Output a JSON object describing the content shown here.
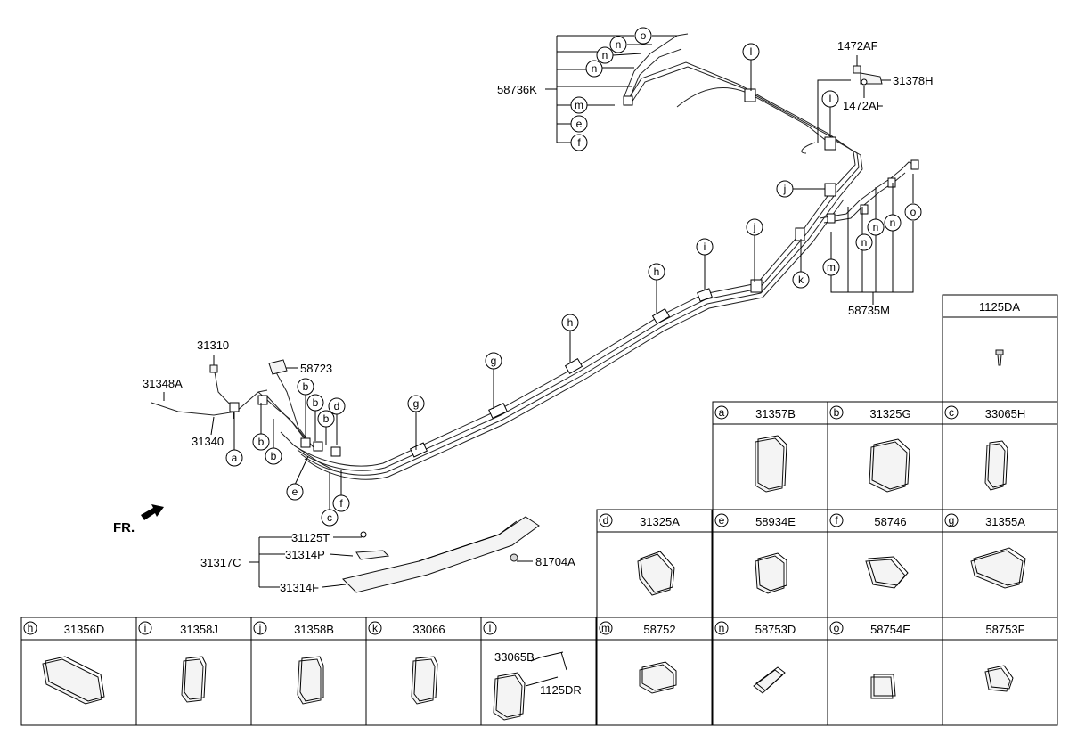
{
  "diagram": {
    "front_label": "FR.",
    "top_group": {
      "ref": "58736K",
      "callouts": [
        "o",
        "n",
        "n",
        "n",
        "m",
        "e",
        "f"
      ]
    },
    "right_group": {
      "ref": "58735M",
      "callouts": [
        "m",
        "n",
        "n",
        "n",
        "o"
      ]
    },
    "clip_group": {
      "ref": "31317C",
      "items": [
        "31125T",
        "31314P",
        "31314F"
      ]
    },
    "labels": {
      "p1472af_top": "1472AF",
      "p31378h": "31378H",
      "p1472af_bottom": "1472AF",
      "p31310": "31310",
      "p31348a": "31348A",
      "p31340": "31340",
      "p58723": "58723",
      "p81704a": "81704A"
    },
    "pipe_callouts": [
      "a",
      "b",
      "b",
      "b",
      "b",
      "b",
      "d",
      "e",
      "c",
      "f",
      "g",
      "g",
      "h",
      "h",
      "i",
      "j",
      "j",
      "k",
      "l",
      "l",
      "l"
    ]
  },
  "parts_table": {
    "single": {
      "pn": "1125DA"
    },
    "cells": [
      {
        "letter": "a",
        "pn": "31357B"
      },
      {
        "letter": "b",
        "pn": "31325G"
      },
      {
        "letter": "c",
        "pn": "33065H"
      },
      {
        "letter": "d",
        "pn": "31325A"
      },
      {
        "letter": "e",
        "pn": "58934E"
      },
      {
        "letter": "f",
        "pn": "58746"
      },
      {
        "letter": "g",
        "pn": "31355A"
      },
      {
        "letter": "h",
        "pn": "31356D"
      },
      {
        "letter": "i",
        "pn": "31358J"
      },
      {
        "letter": "j",
        "pn": "31358B"
      },
      {
        "letter": "k",
        "pn": "33066"
      },
      {
        "letter": "l",
        "pn": "",
        "sub": [
          "33065B",
          "1125DR"
        ]
      },
      {
        "letter": "m",
        "pn": "58752"
      },
      {
        "letter": "n",
        "pn": "58753D"
      },
      {
        "letter": "o",
        "pn": "58754E"
      },
      {
        "letter": "",
        "pn": "58753F"
      }
    ]
  }
}
